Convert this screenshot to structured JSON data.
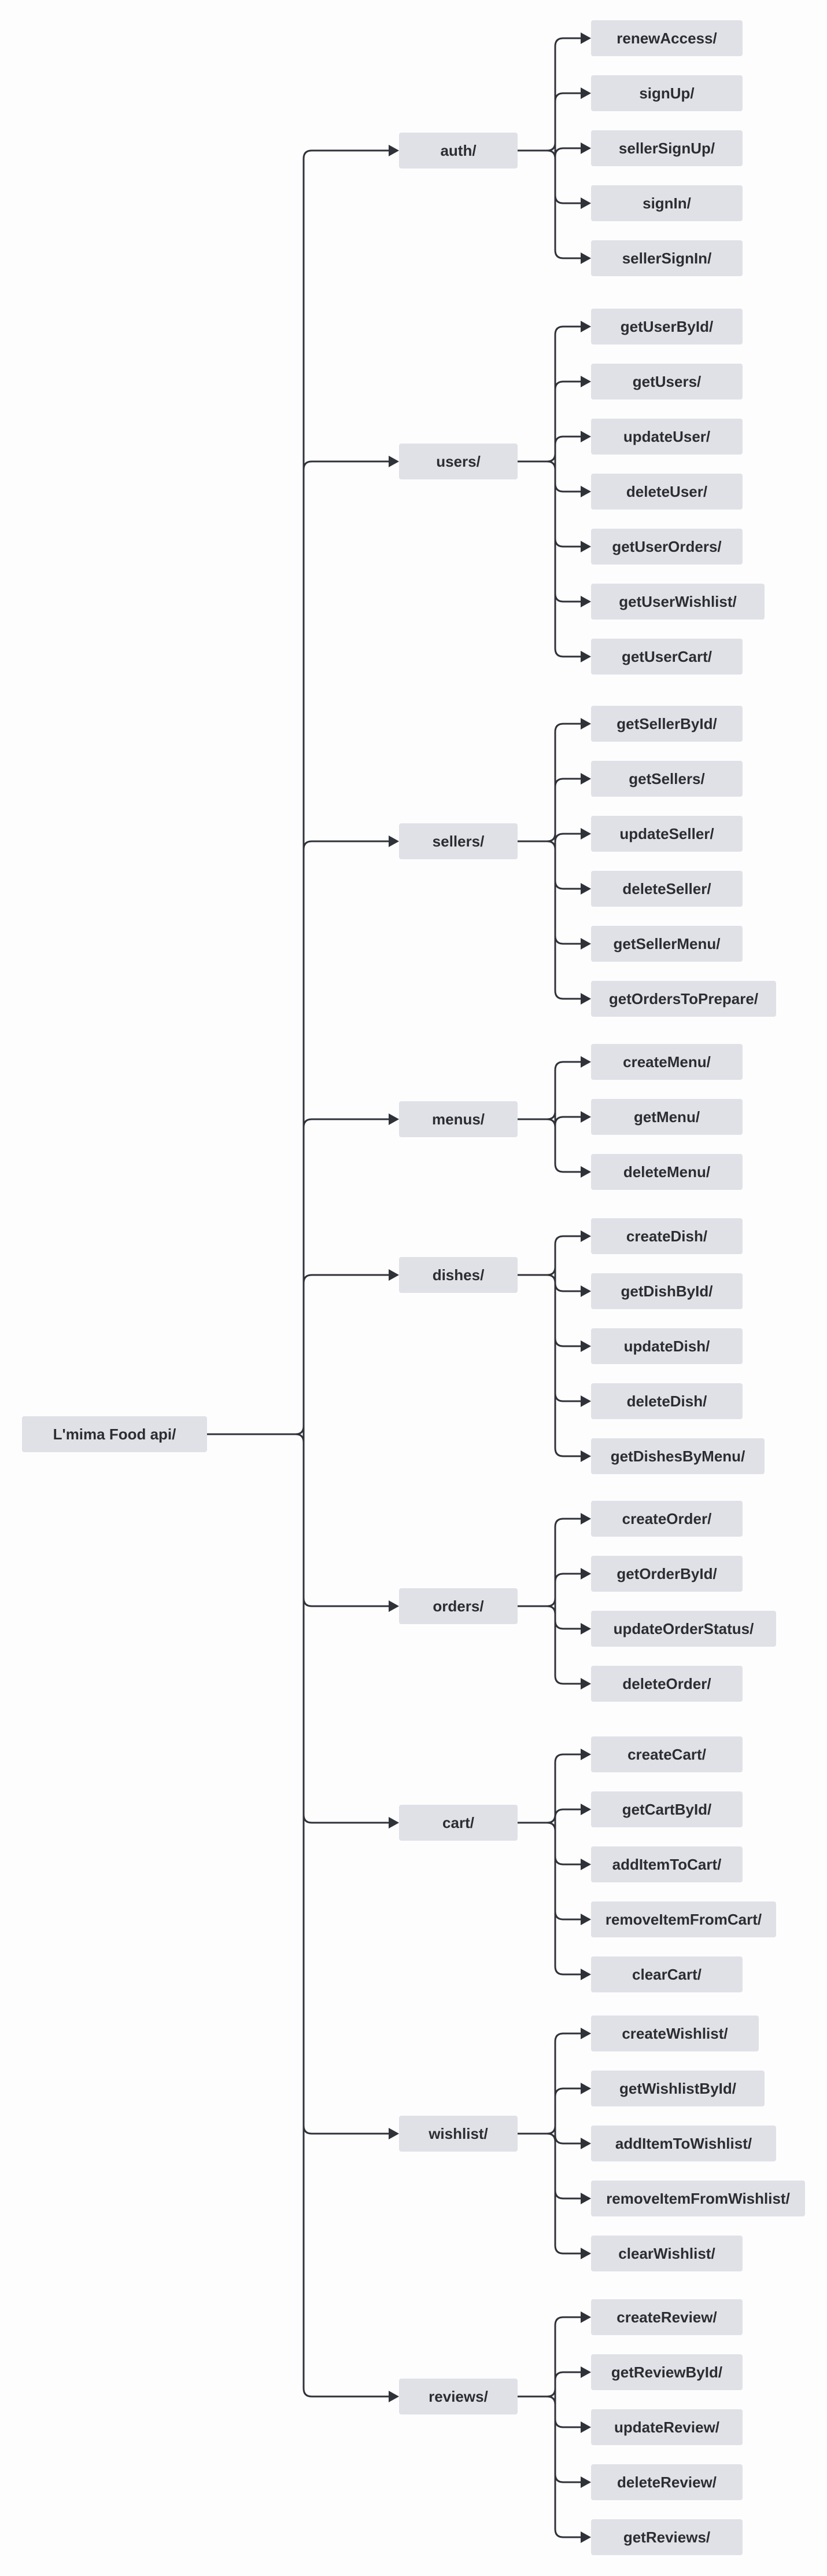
{
  "diagram": {
    "root": "L'mima Food api/",
    "groups": [
      {
        "label": "auth/",
        "children": [
          "renewAccess/",
          "signUp/",
          "sellerSignUp/",
          "signIn/",
          "sellerSignIn/"
        ]
      },
      {
        "label": "users/",
        "children": [
          "getUserById/",
          "getUsers/",
          "updateUser/",
          "deleteUser/",
          "getUserOrders/",
          "getUserWishlist/",
          "getUserCart/"
        ]
      },
      {
        "label": "sellers/",
        "children": [
          "getSellerById/",
          "getSellers/",
          "updateSeller/",
          "deleteSeller/",
          "getSellerMenu/",
          "getOrdersToPrepare/"
        ]
      },
      {
        "label": "menus/",
        "children": [
          "createMenu/",
          "getMenu/",
          "deleteMenu/"
        ]
      },
      {
        "label": "dishes/",
        "children": [
          "createDish/",
          "getDishById/",
          "updateDish/",
          "deleteDish/",
          "getDishesByMenu/"
        ]
      },
      {
        "label": "orders/",
        "children": [
          "createOrder/",
          "getOrderById/",
          "updateOrderStatus/",
          "deleteOrder/"
        ]
      },
      {
        "label": "cart/",
        "children": [
          "createCart/",
          "getCartById/",
          "addItemToCart/",
          "removeItemFromCart/",
          "clearCart/"
        ]
      },
      {
        "label": "wishlist/",
        "children": [
          "createWishlist/",
          "getWishlistById/",
          "addItemToWishlist/",
          "removeItemFromWishlist/",
          "clearWishlist/"
        ]
      },
      {
        "label": "reviews/",
        "children": [
          "createReview/",
          "getReviewById/",
          "updateReview/",
          "deleteReview/",
          "getReviews/"
        ]
      }
    ]
  }
}
